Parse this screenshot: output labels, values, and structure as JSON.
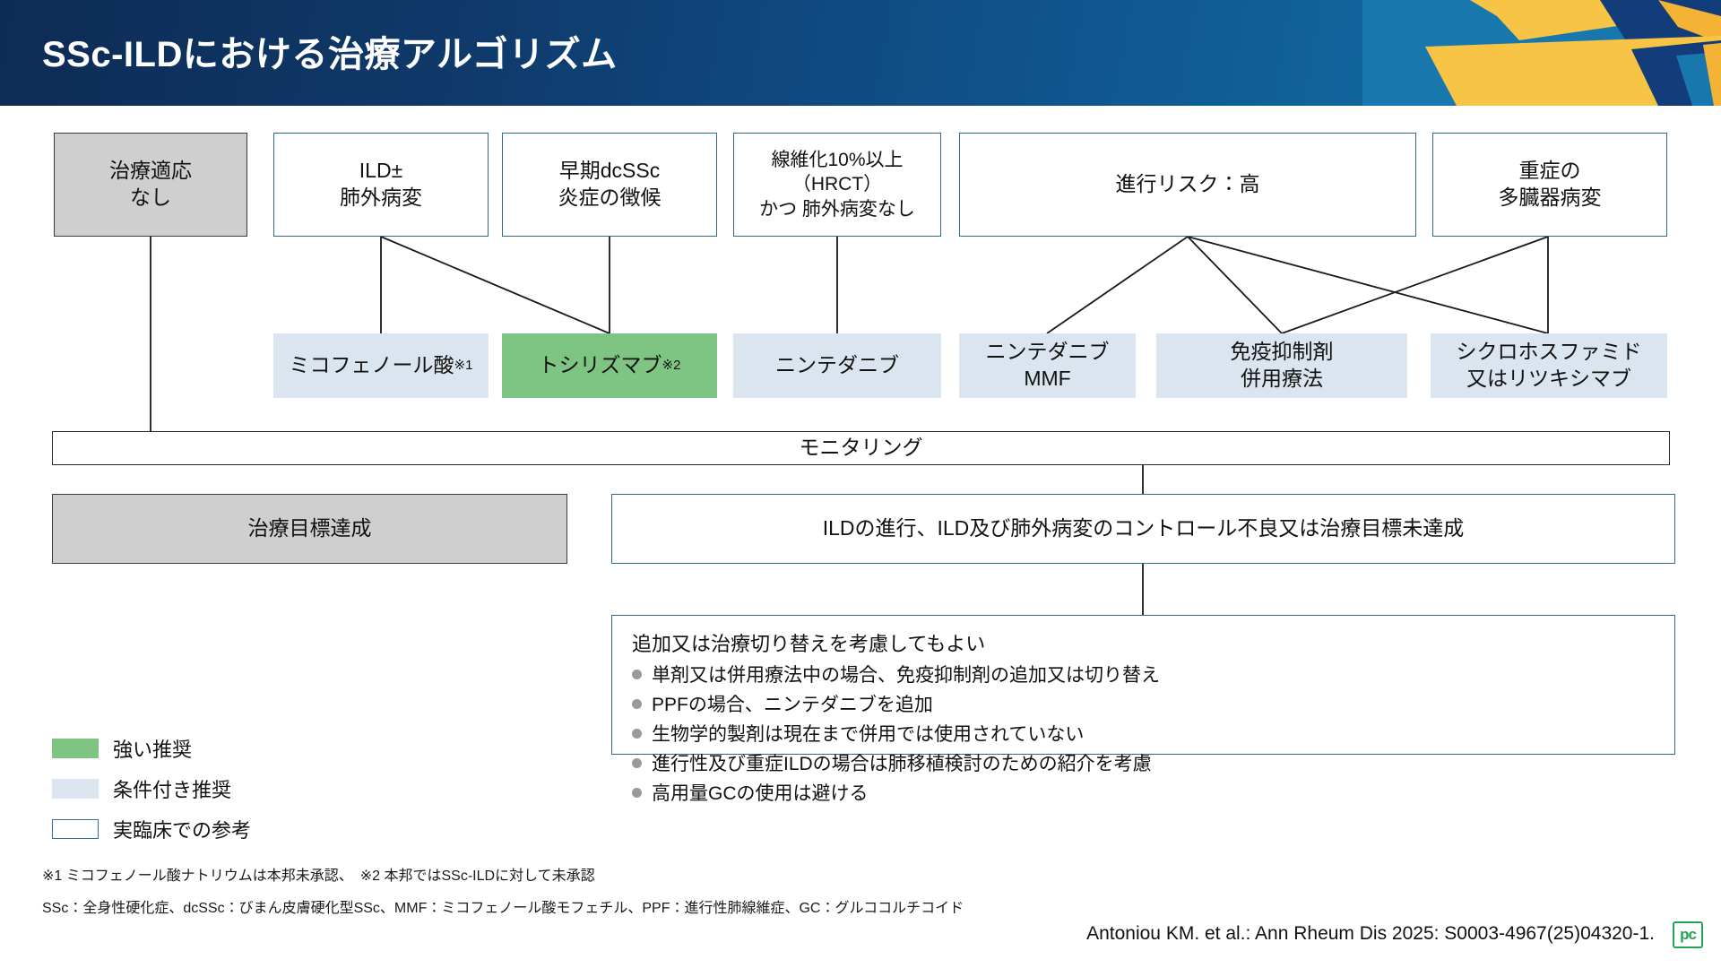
{
  "header": {
    "title": "SSc-ILDにおける治療アルゴリズム",
    "colors": {
      "bg_dark": "#0d2b55",
      "bg_light": "#1275ad",
      "deco_yellow": "#f5b335",
      "deco_gold": "#f8c446",
      "deco_navy": "#123c7a",
      "deco_blue": "#1878ad"
    }
  },
  "nodes": {
    "no_indication": "治療適応\nなし",
    "ild_extrapulmonary": "ILD±\n肺外病変",
    "early_dcssc": "早期dcSSc\n炎症の徴候",
    "fibrosis_hrct": "線維化10%以上\n（HRCT）\nかつ 肺外病変なし",
    "progression_risk_high": "進行リスク：高",
    "severe_multiorgan": "重症の\n多臓器病変",
    "mycophenolic_acid": "ミコフェノール酸",
    "mycophenolic_acid_note": "※1",
    "tocilizumab": "トシリズマブ",
    "tocilizumab_note": "※2",
    "nintedanib": "ニンテダニブ",
    "nintedanib_mmf": "ニンテダニブ\nMMF",
    "immunosuppressant_combo": "免疫抑制剤\n併用療法",
    "cyclophosphamide_rituximab": "シクロホスファミド\n又はリツキシマブ",
    "monitoring": "モニタリング",
    "goal_achieved": "治療目標達成",
    "poor_control": "ILDの進行、ILD及び肺外病変のコントロール不良又は治療目標未達成"
  },
  "advice": {
    "title": "追加又は治療切り替えを考慮してもよい",
    "items": [
      "単剤又は併用療法中の場合、免疫抑制剤の追加又は切り替え",
      "PPFの場合、ニンテダニブを追加",
      "生物学的製剤は現在まで併用では使用されていない",
      "進行性及び重症ILDの場合は肺移植検討のための紹介を考慮",
      "高用量GCの使用は避ける"
    ]
  },
  "legend": [
    {
      "label": "強い推奨",
      "color": "#7ec482",
      "style": "filled-green"
    },
    {
      "label": "条件付き推奨",
      "color": "#dae5ef",
      "style": "filled-blue"
    },
    {
      "label": "実臨床での参考",
      "color": "#ffffff",
      "style": "outline-blue"
    }
  ],
  "footnotes": [
    "※1 ミコフェノール酸ナトリウムは本邦未承認、　※2 本邦ではSSc-ILDに対して未承認",
    "SSc：全身性硬化症、dcSSc：びまん皮膚硬化型SSc、MMF：ミコフェノール酸モフェチル、PPF：進行性肺線維症、GC：グルココルチコイド"
  ],
  "citation": "Antoniou KM. et al.: Ann Rheum Dis 2025: S0003-4967(25)04320-1.",
  "logo": "pc"
}
